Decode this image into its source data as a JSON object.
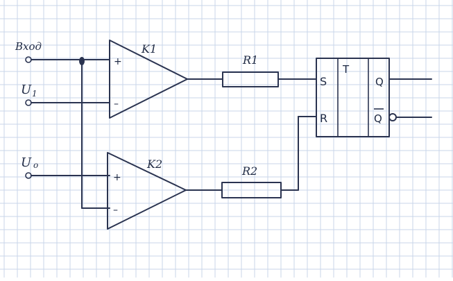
{
  "diagram": {
    "inputs": {
      "vhod": "Вход",
      "u1_main": "U",
      "u1_sub": "1",
      "u0_main": "U",
      "u0_sub": "o"
    },
    "comparators": {
      "k1": {
        "label": "K1",
        "plus": "+",
        "minus": "–"
      },
      "k2": {
        "label": "K2",
        "plus": "+",
        "minus": "–"
      }
    },
    "resistors": {
      "r1": "R1",
      "r2": "R2"
    },
    "trigger": {
      "type": "T",
      "set": "S",
      "reset": "R",
      "q": "Q",
      "q_bar": "Q"
    },
    "colors": {
      "ink": "#2a3350",
      "grid": "#c9d6ea",
      "paper": "#ffffff"
    }
  }
}
